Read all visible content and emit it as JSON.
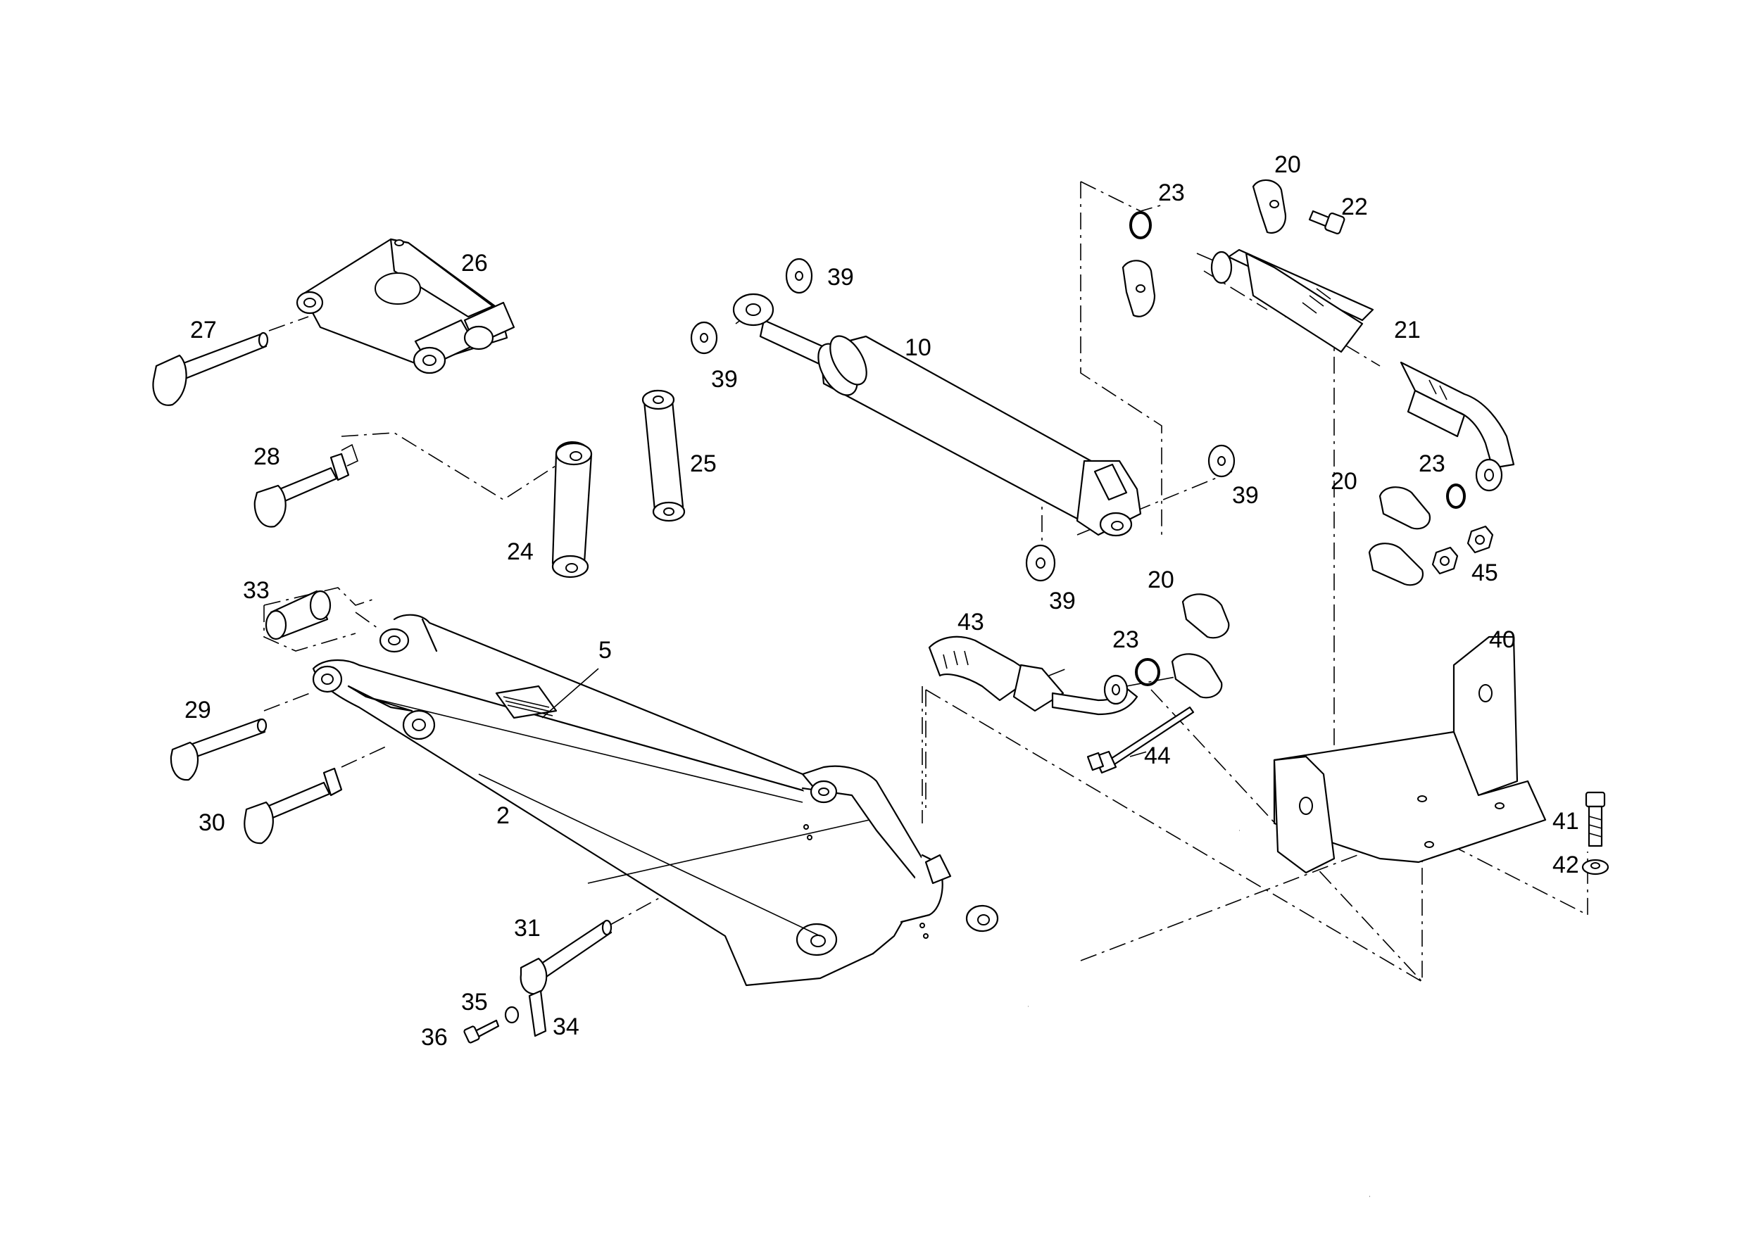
{
  "callouts": {
    "c2": "2",
    "c5": "5",
    "c10": "10",
    "c20a": "20",
    "c20b": "20",
    "c20c": "20",
    "c21": "21",
    "c22": "22",
    "c23a": "23",
    "c23b": "23",
    "c23c": "23",
    "c24": "24",
    "c25": "25",
    "c26": "26",
    "c27": "27",
    "c28": "28",
    "c29": "29",
    "c30": "30",
    "c31": "31",
    "c33": "33",
    "c34": "34",
    "c35": "35",
    "c36": "36",
    "c39a": "39",
    "c39b": "39",
    "c39c": "39",
    "c39d": "39",
    "c40": "40",
    "c41": "41",
    "c42": "42",
    "c43": "43",
    "c44": "44",
    "c45": "45"
  }
}
